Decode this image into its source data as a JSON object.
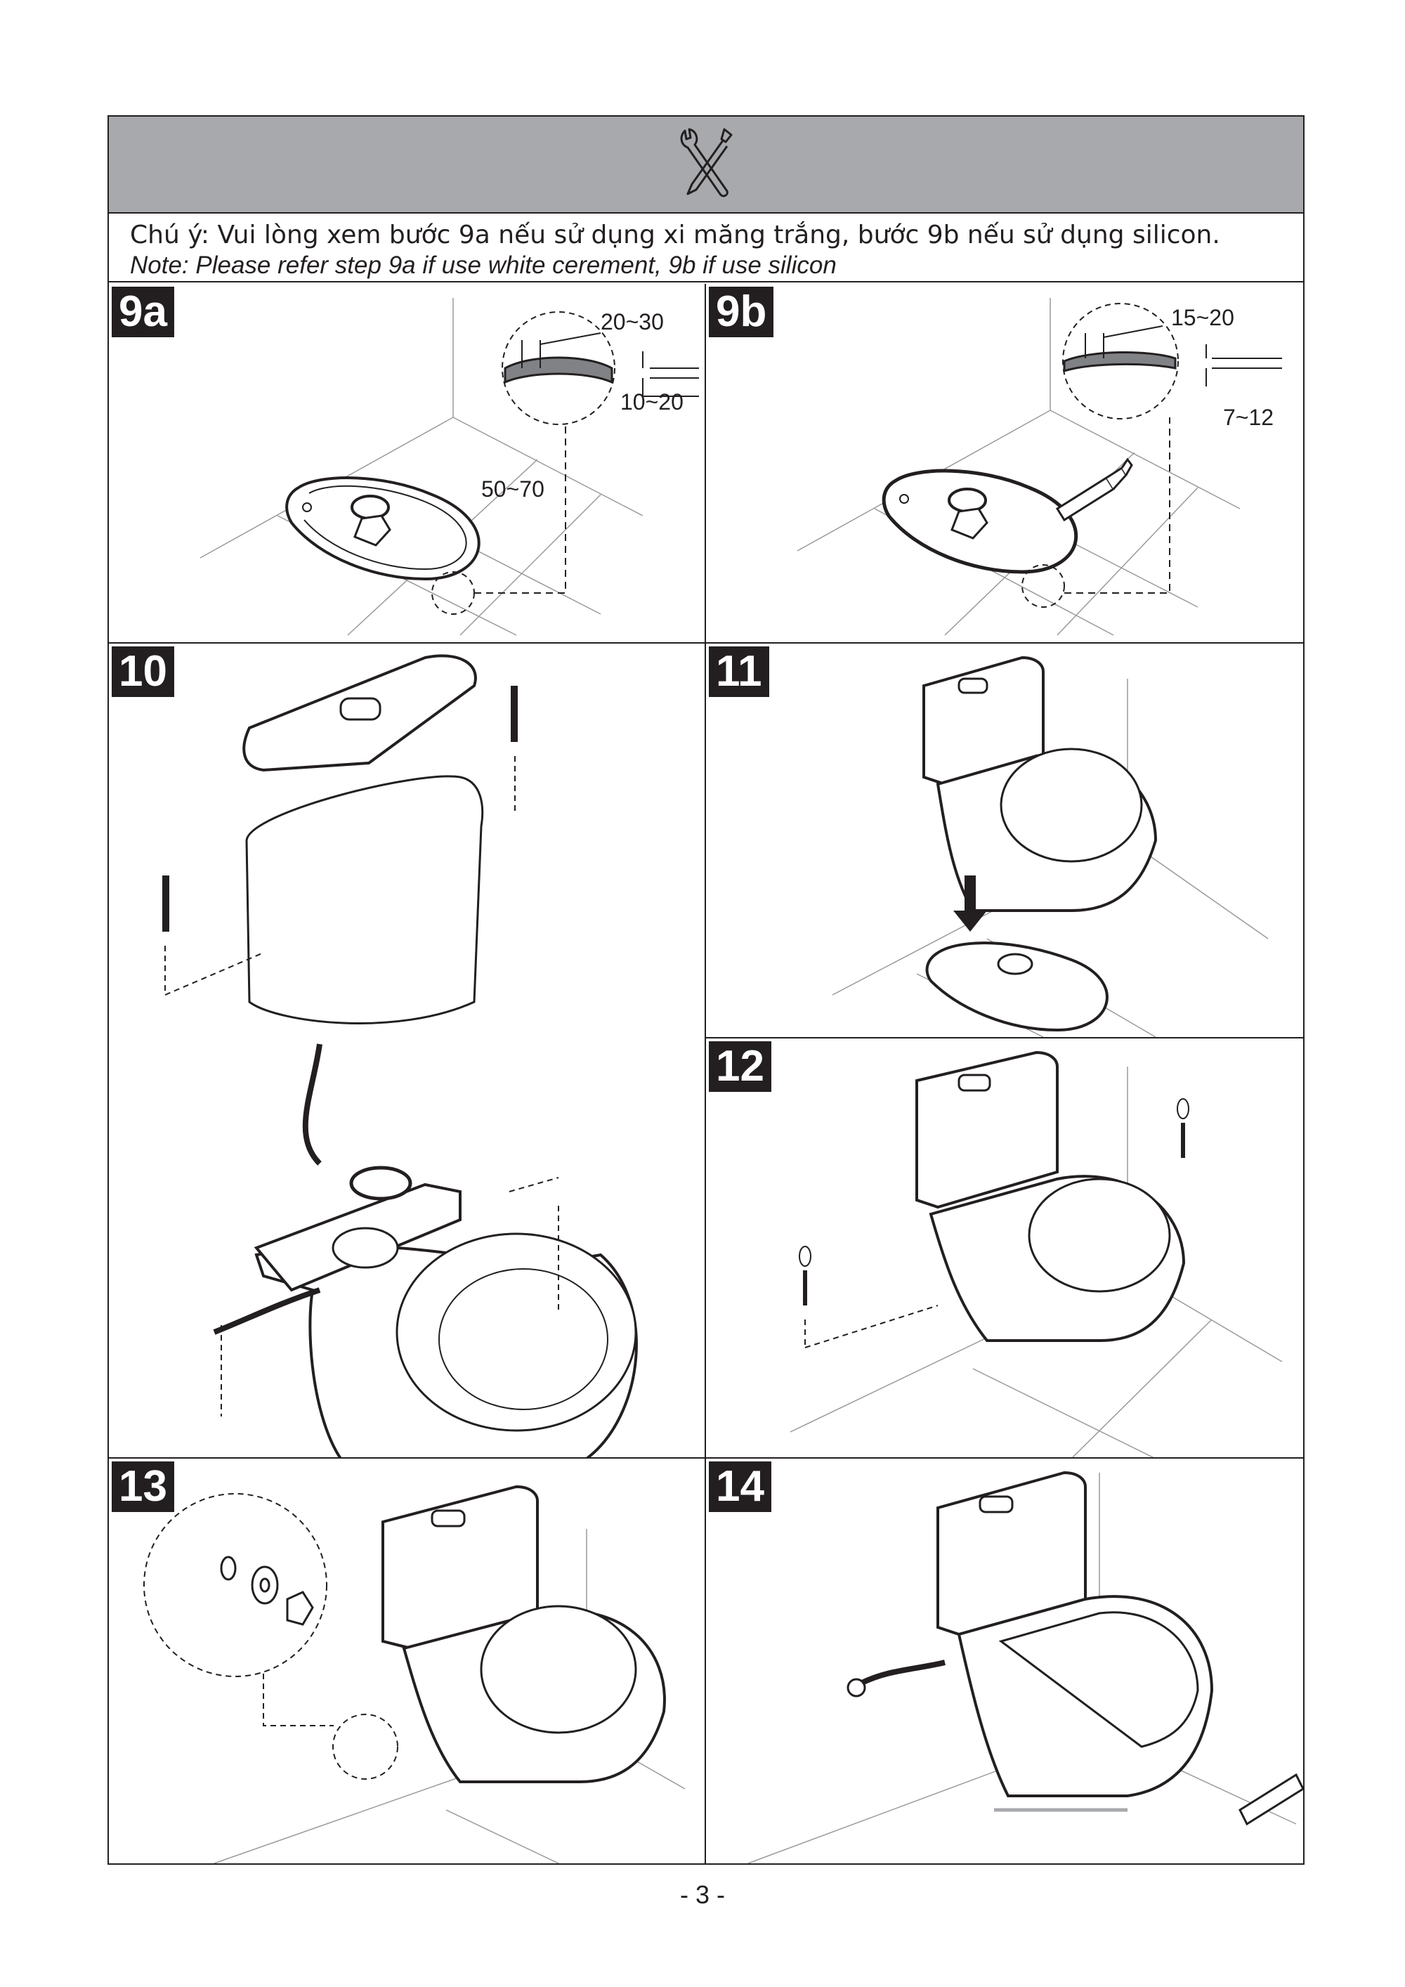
{
  "header": {
    "icon": "wrench-screwdriver-icon",
    "band_color": "#a7a9ac"
  },
  "note": {
    "vietnamese": "Chú ý: Vui lòng xem bước 9a nếu sử dụng xi măng trắng, bước 9b nếu sử dụng silicon.",
    "english": "Note: Please refer step 9a if use white cerement, 9b if use silicon"
  },
  "steps": {
    "s9a": {
      "label": "9a",
      "dim_top": "20~30",
      "dim_bottom": "10~20",
      "dim_width": "50~70"
    },
    "s9b": {
      "label": "9b",
      "dim_top": "15~20",
      "dim_bottom": "7~12"
    },
    "s10": {
      "label": "10"
    },
    "s11": {
      "label": "11"
    },
    "s12": {
      "label": "12"
    },
    "s13": {
      "label": "13"
    },
    "s14": {
      "label": "14"
    }
  },
  "footer": {
    "page_number": "- 3 -"
  }
}
